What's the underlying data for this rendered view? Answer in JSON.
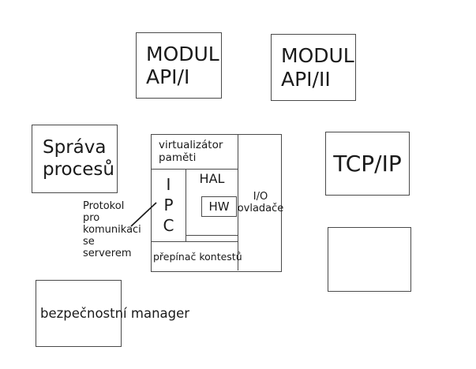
{
  "colors": {
    "background": "#ffffff",
    "border": "#4a4a4a",
    "text": "#1a1a1a"
  },
  "boxes": {
    "modul_api_1": {
      "text": "MODUL\nAPI/I"
    },
    "modul_api_2": {
      "text": "MODUL\nAPI/II"
    },
    "sprava_procesu": {
      "text": "Správa\nprocesů"
    },
    "tcp_ip": {
      "text": "TCP/IP"
    },
    "bezpecnostni_manager": {
      "text": "bezpečnostní\nmanager"
    },
    "empty_box": {
      "text": ""
    }
  },
  "kernel": {
    "virtualizator": "virtualizátor\npaměti",
    "ipc_letters": [
      "I",
      "P",
      "C"
    ],
    "hal": "HAL",
    "hw": "HW",
    "io_ovladace": "I/O\novladače",
    "prepinac_kontestu": "přepínač kontestů"
  },
  "annotation": {
    "protokol": "Protokol\npro\nkomunikaci\nse\nserverem"
  }
}
